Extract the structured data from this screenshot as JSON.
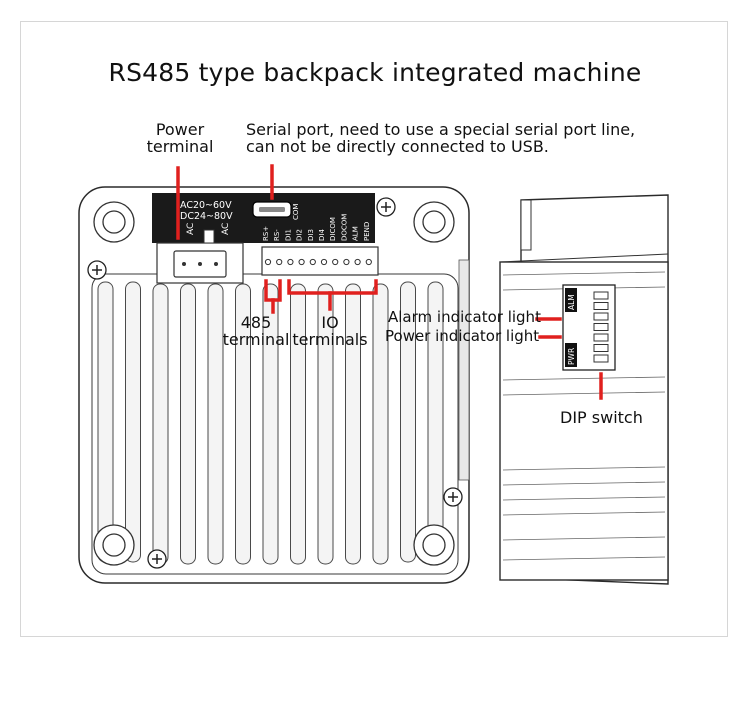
{
  "title": "RS485 type backpack integrated machine",
  "callouts": {
    "power_terminal": "Power\nterminal",
    "serial_port": "Serial port, need to use a special serial port line,\ncan not be directly connected to USB.",
    "terminal_485": "485\nterminal",
    "io_terminals": "IO\nterminals",
    "alarm_light": "Alarm indicator light",
    "power_light": "Power indicator light",
    "dip_switch": "DIP switch"
  },
  "device_labels": {
    "ac_range": "AC20~60V",
    "dc_range": "DC24~80V",
    "ac_left": "AC",
    "ac_right": "AC",
    "com": "COM",
    "terminal_pins": [
      "RS+",
      "RS-",
      "DI1",
      "DI2",
      "DI3",
      "DI4",
      "DICOM",
      "DOCOM",
      "ALM",
      "PEND"
    ],
    "alm": "ALM",
    "pwr": "PWR"
  },
  "colors": {
    "accent_red": "#e0201e",
    "outline": "#2a2a2a",
    "label_panel": "#1a1a1a"
  }
}
